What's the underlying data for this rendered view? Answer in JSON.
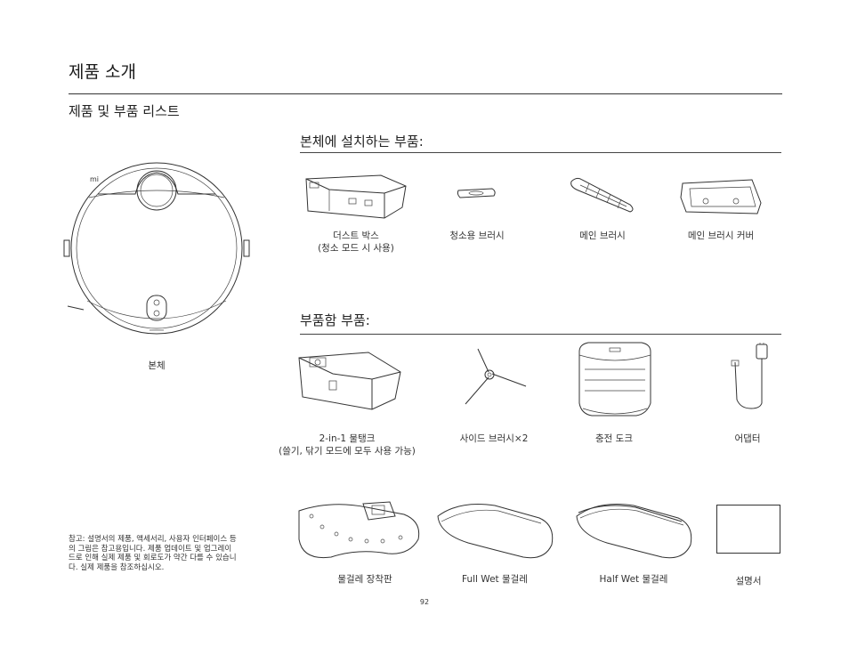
{
  "page": {
    "title": "제품 소개",
    "subtitle": "제품 및 부품 리스트",
    "page_number": "92"
  },
  "main_unit": {
    "label": "본체",
    "logo_text": "mi"
  },
  "installed_parts": {
    "heading": "본체에 설치하는 부품:",
    "items": [
      {
        "line1": "더스트 박스",
        "line2": "(청소 모드 시 사용)"
      },
      {
        "line1": "청소용 브러시",
        "line2": ""
      },
      {
        "line1": "메인 브러시",
        "line2": ""
      },
      {
        "line1": "메인 브러시 커버",
        "line2": ""
      }
    ]
  },
  "accessories": {
    "heading": "부품함 부품:",
    "items": [
      {
        "line1": "2-in-1 물탱크",
        "line2": "(쓸기, 닦기 모드에 모두 사용 가능)"
      },
      {
        "line1": "사이드 브러시×2",
        "line2": ""
      },
      {
        "line1": "충전 도크",
        "line2": ""
      },
      {
        "line1": "어댑터",
        "line2": ""
      }
    ]
  },
  "mops": {
    "items": [
      {
        "line1": "물걸레 장착판"
      },
      {
        "line1": "Full Wet 물걸레"
      },
      {
        "line1": "Half Wet 물걸레"
      },
      {
        "line1": "설명서"
      }
    ]
  },
  "note": "참고: 설명서의 제품, 액세서리, 사용자 인터페이스 등의 그림은 참고용입니다. 제품 업데이트 및 업그레이드로 인해 실제 제품 및 회로도가 약간 다를 수 있습니다. 실제 제품을 참조하십시오."
}
